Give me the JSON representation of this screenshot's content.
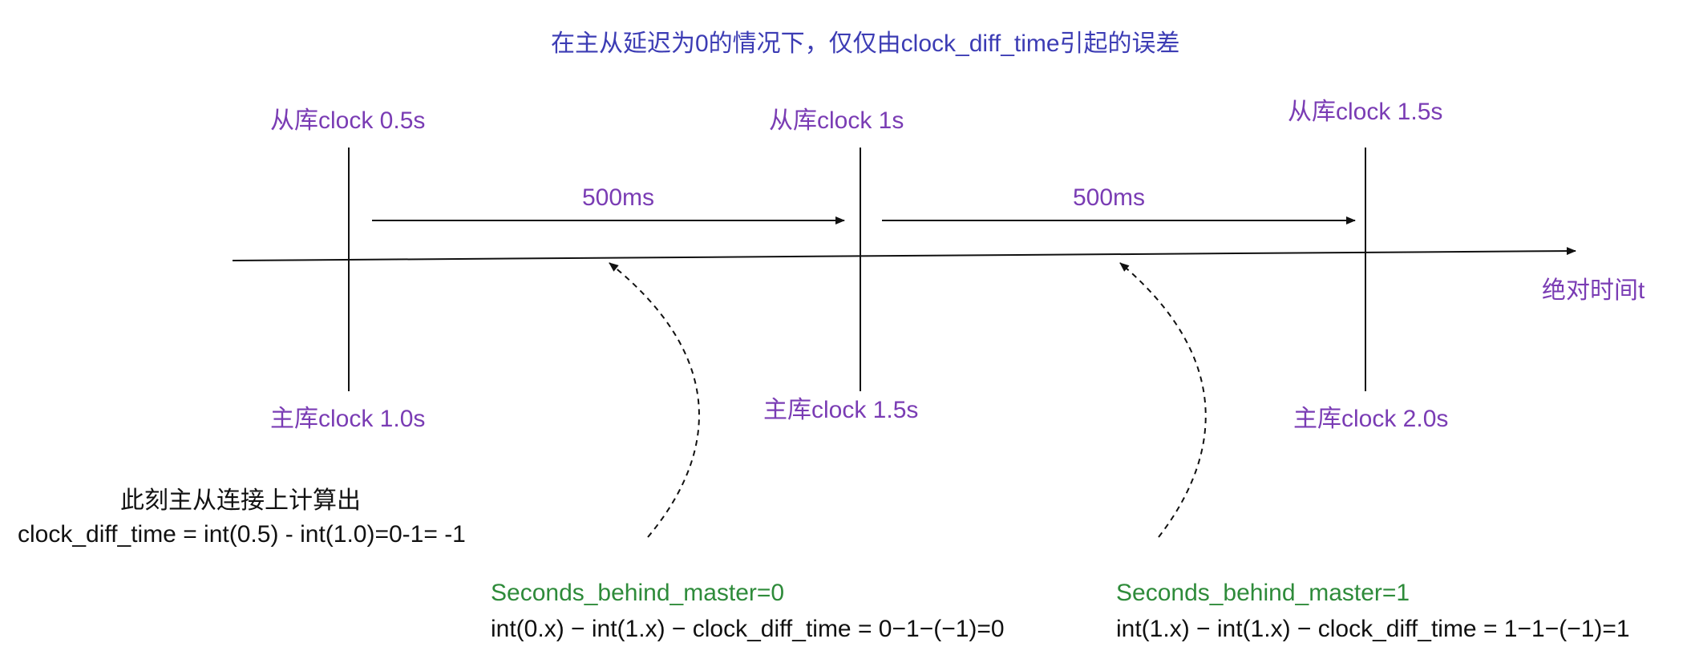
{
  "title": "在主从延迟为0的情况下，仅仅由clock_diff_time引起的误差",
  "axis_label": "绝对时间t",
  "colors": {
    "title": "#3c3cb4",
    "label": "#7a3cb4",
    "result": "#2e8b3a",
    "line": "#111111"
  },
  "ticks": [
    {
      "slave_label": "从库clock 0.5s",
      "master_label": "主库clock 1.0s"
    },
    {
      "slave_label": "从库clock 1s",
      "master_label": "主库clock 1.5s"
    },
    {
      "slave_label": "从库clock 1.5s",
      "master_label": "主库clock 2.0s"
    }
  ],
  "intervals": [
    {
      "label": "500ms"
    },
    {
      "label": "500ms"
    }
  ],
  "connection_note": {
    "line1": "此刻主从连接上计算出",
    "line2": "clock_diff_time = int(0.5) - int(1.0)=0-1= -1"
  },
  "results": [
    {
      "title": "Seconds_behind_master=0",
      "formula": "int(0.x) − int(1.x) − clock_diff_time = 0−1−(−1)=0"
    },
    {
      "title": "Seconds_behind_master=1",
      "formula": "int(1.x) − int(1.x) − clock_diff_time = 1−1−(−1)=1"
    }
  ]
}
